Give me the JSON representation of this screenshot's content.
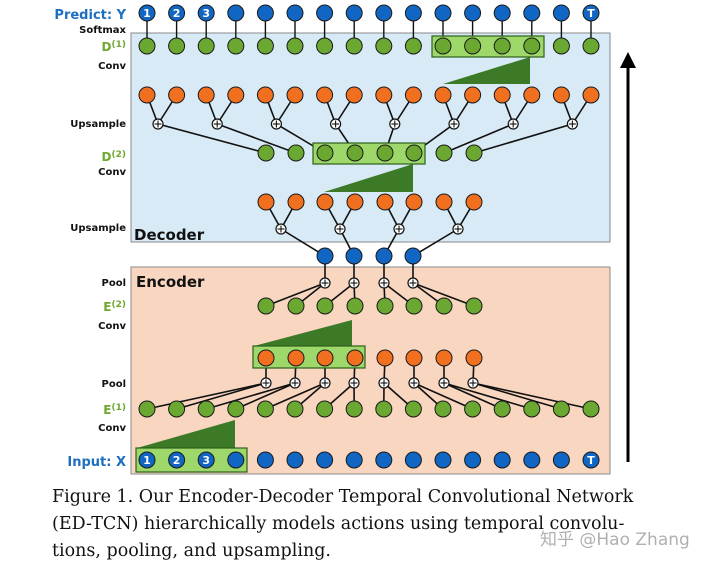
{
  "labels": {
    "predict": "Predict: Y",
    "softmax": "Softmax",
    "d1_letter": "D",
    "d1_sup": "(1)",
    "conv_d1": "Conv",
    "upsample_1": "Upsample",
    "d2_letter": "D",
    "d2_sup": "(2)",
    "conv_d2": "Conv",
    "upsample_2": "Upsample",
    "decoder": "Decoder",
    "encoder": "Encoder",
    "pool_1": "Pool",
    "e2_letter": "E",
    "e2_sup": "(2)",
    "conv_e2": "Conv",
    "pool_2": "Pool",
    "e1_letter": "E",
    "e1_sup": "(1)",
    "conv_e1": "Conv",
    "input": "Input: X"
  },
  "node_labels": {
    "out_1": "1",
    "out_2": "2",
    "out_3": "3",
    "out_T": "T",
    "in_1": "1",
    "in_2": "2",
    "in_3": "3",
    "in_T": "T"
  },
  "caption": {
    "line1": "Figure 1. Our Encoder-Decoder Temporal Convolutional Network",
    "line2": "(ED-TCN) hierarchically models actions using temporal convolu-",
    "line3": "tions, pooling, and upsampling."
  },
  "watermark": "知乎 @Hao Zhang",
  "colors": {
    "blue_node": "#1166c4",
    "green_node": "#6aa832",
    "orange_node": "#f07020",
    "decoder_bg": "#d8eaf6",
    "encoder_bg": "#f8d6c0",
    "highlight": "#9fd86a",
    "triangle": "#3c7a28"
  }
}
